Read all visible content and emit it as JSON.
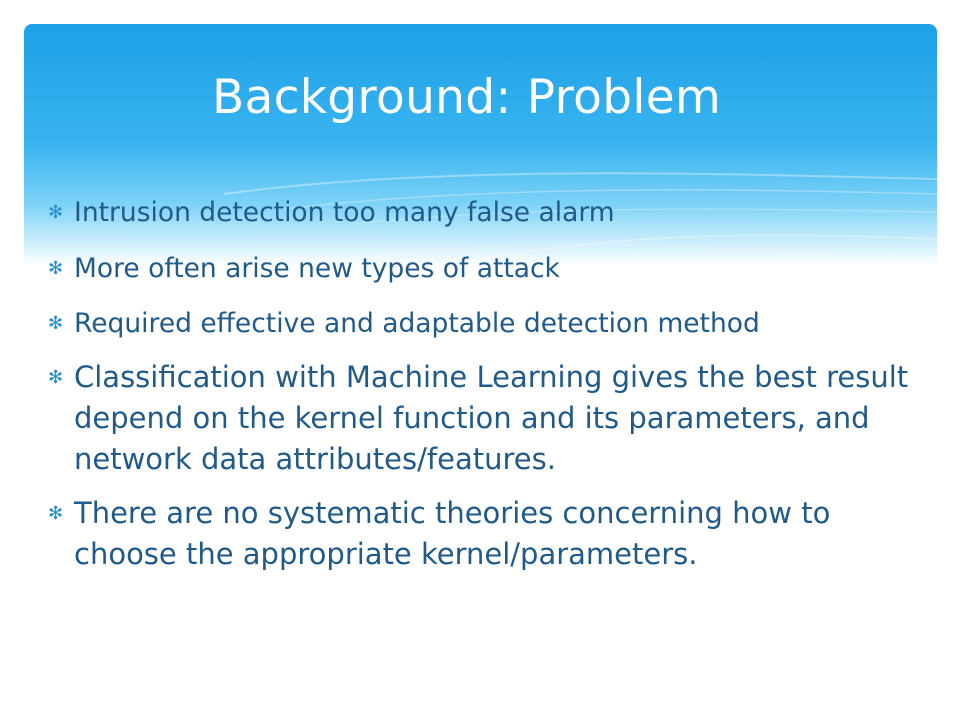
{
  "slide": {
    "title": "Background: Problem",
    "bullets": [
      {
        "text": "Intrusion detection too many false alarm",
        "marker": "asterisk-bullet-icon"
      },
      {
        "text": "More often arise new types of attack",
        "marker": "asterisk-bullet-icon"
      },
      {
        "text": "Required effective and adaptable detection method",
        "marker": "asterisk-bullet-icon"
      },
      {
        "text": "Classification with Machine Learning gives the best result depend on the kernel function and its parameters, and network data attributes/features.",
        "marker": "asterisk-bullet-icon"
      },
      {
        "text": "There are no systematic theories concerning how to choose the appropriate kernel/parameters.",
        "marker": "asterisk-bullet-icon"
      }
    ]
  },
  "colors": {
    "banner_top": "#1ea0e6",
    "banner_mid": "#39b4f0",
    "title_text": "#ffffff",
    "body_text": "#1f5a8a",
    "bullet_marker": "#2a8fd0"
  }
}
